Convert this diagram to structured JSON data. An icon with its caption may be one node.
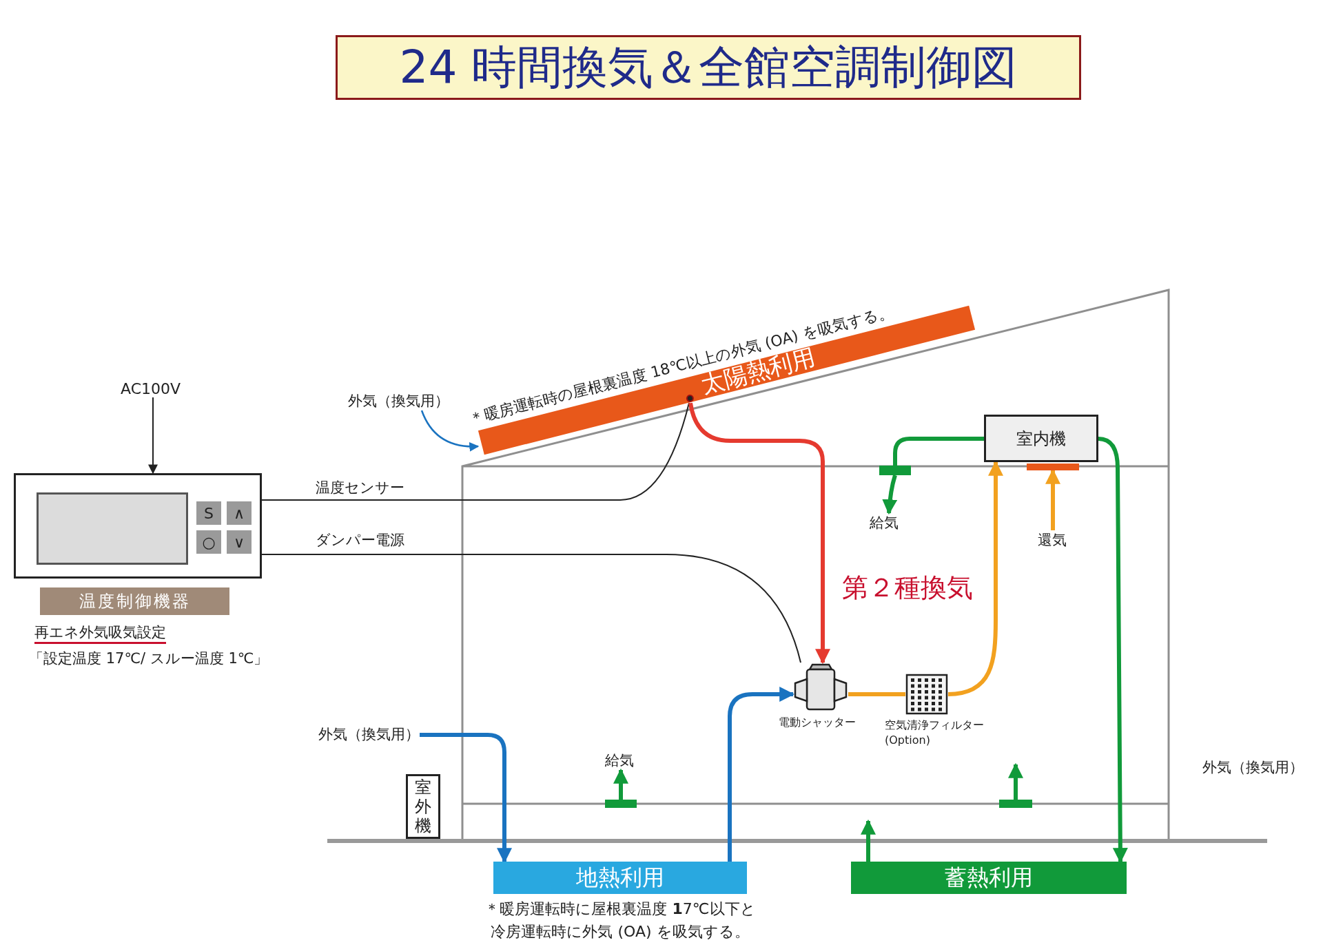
{
  "diagram": {
    "title": "24 時間換気＆全館空調制御図",
    "nodes": [
      {
        "text": [
          "AC100V"
        ]
      },
      {
        "text": [],
        "shape": "box"
      },
      {
        "text": [
          "S"
        ],
        "in": 1
      },
      {
        "text": [
          "∧"
        ],
        "in": 1
      },
      {
        "text": [
          "○"
        ],
        "in": 1
      },
      {
        "text": [
          "∨"
        ],
        "in": 1
      },
      {
        "text": [
          "温度制御機器"
        ]
      },
      {
        "text": [
          "外気（換気用）"
        ]
      },
      {
        "text": [
          "太陽熱利用"
        ],
        "beside": [
          "＊暖房運転時の屋根裏温度 18℃以上の外気 (OA) を吸気する。"
        ]
      },
      {
        "text": [],
        "shape": "circle",
        "in": 8
      },
      {
        "text": [
          "室内機"
        ]
      },
      {
        "text": [],
        "shape": "bar"
      },
      {
        "text": [
          "給気"
        ]
      },
      {
        "text": [],
        "shape": "bar"
      },
      {
        "text": [
          "還気"
        ]
      },
      {
        "text": [
          "電動シャッター"
        ]
      },
      {
        "text": [
          "空気清浄フィルター (Option)"
        ]
      },
      {
        "text": [
          "外気（換気用）"
        ]
      },
      {
        "text": [
          "室外機"
        ]
      },
      {
        "text": [
          "給気"
        ]
      },
      {
        "text": [],
        "shape": "bar"
      },
      {
        "text": [],
        "shape": "bar"
      },
      {
        "text": [
          "地熱利用"
        ],
        "beside": [
          "＊暖房運転時に屋根裏温度 **1**7℃以下と冷房運転時に外気 (OA) を吸気する。"
        ]
      },
      {
        "text": [
          "蓄熱利用"
        ]
      }
    ],
    "edges": [
      {
        "from": 0,
        "to": 1,
        "arrow": "to",
        "color": "#222222"
      },
      {
        "from": 1,
        "to": 9,
        "arrow": "none",
        "label": "温度センサー",
        "color": "#222222"
      },
      {
        "from": 1,
        "to": 15,
        "arrow": "none",
        "label": "ダンパー電源",
        "color": "#222222"
      },
      {
        "from": 7,
        "to": 8,
        "arrow": "to",
        "color": "#1a73c0"
      },
      {
        "from": 9,
        "to": 15,
        "arrow": "to",
        "color": "#e53a2f"
      },
      {
        "from": 15,
        "to": 16,
        "arrow": "none",
        "color": "#f2a11f"
      },
      {
        "from": 16,
        "to": 10,
        "arrow": "to",
        "color": "#f2a11f"
      },
      {
        "from": 14,
        "to": 13,
        "arrow": "to",
        "color": "#f2a11f"
      },
      {
        "from": 10,
        "to": 11,
        "arrow": "none",
        "color": "#119a3a"
      },
      {
        "from": 11,
        "to": 12,
        "arrow": "to",
        "color": "#119a3a"
      },
      {
        "from": 10,
        "to": 23,
        "arrow": "to",
        "color": "#119a3a"
      },
      {
        "from": 17,
        "to": 22,
        "arrow": "to",
        "color": "#1a73c0"
      },
      {
        "from": 22,
        "to": 15,
        "arrow": "to",
        "color": "#1a73c0"
      },
      {
        "from": 20,
        "to": 19,
        "arrow": "to",
        "color": "#119a3a"
      },
      {
        "from": 21,
        "to": null,
        "arrow": "to",
        "color": "#119a3a"
      },
      {
        "from": 23,
        "to": null,
        "arrow": "to",
        "color": "#119a3a"
      }
    ],
    "labels": [
      "第２種換気",
      "再エネ外気吸気設定",
      "「設定温度 17℃/ スルー温度 1℃」",
      "外気（換気用）"
    ]
  }
}
